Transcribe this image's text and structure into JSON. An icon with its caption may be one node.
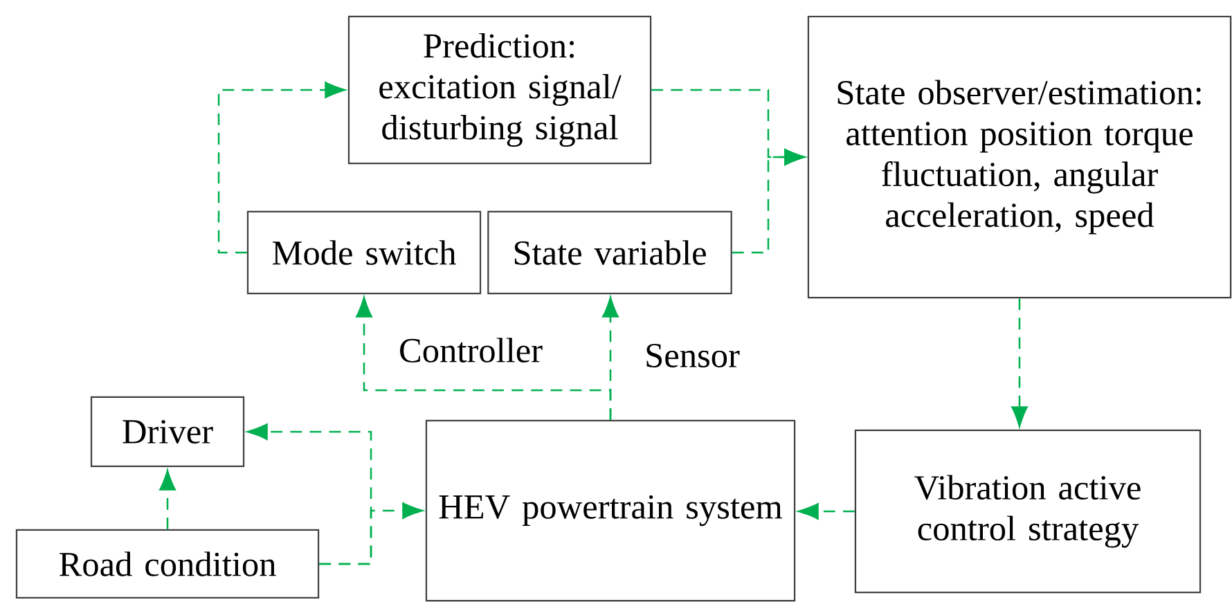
{
  "diagram": {
    "nodes": [
      {
        "text": [
          "Prediction: excitation signal/ disturbing signal"
        ]
      },
      {
        "text": [
          "State observer/estimation: attention position torque fluctuation, angular acceleration, speed"
        ]
      },
      {
        "text": [
          "Mode switch"
        ]
      },
      {
        "text": [
          "State variable"
        ]
      },
      {
        "text": [
          "Driver"
        ]
      },
      {
        "text": [
          "HEV powertrain system"
        ]
      },
      {
        "text": [
          "Vibration active control strategy"
        ]
      },
      {
        "text": [
          "Road condition"
        ]
      }
    ],
    "edges": [
      {
        "from": 2,
        "to": 0,
        "arrow": "to",
        "style": "dashed",
        "color": "#00b050"
      },
      {
        "from": 0,
        "to": 1,
        "arrow": "to",
        "style": "dashed",
        "color": "#00b050"
      },
      {
        "from": 3,
        "to": 1,
        "arrow": "to",
        "style": "dashed",
        "color": "#00b050"
      },
      {
        "from": 1,
        "to": 6,
        "arrow": "to",
        "style": "dashed",
        "color": "#00b050"
      },
      {
        "from": 6,
        "to": 5,
        "arrow": "to",
        "style": "dashed",
        "color": "#00b050"
      },
      {
        "from": 5,
        "to": 2,
        "arrow": "to",
        "label": "Controller",
        "style": "dashed",
        "color": "#00b050"
      },
      {
        "from": 5,
        "to": 3,
        "arrow": "to",
        "label": "Sensor",
        "style": "dashed",
        "color": "#00b050"
      },
      {
        "from": 7,
        "to": 4,
        "arrow": "to",
        "style": "dashed",
        "color": "#00b050"
      },
      {
        "from": 7,
        "to": 5,
        "arrow": "to",
        "style": "dashed",
        "color": "#00b050"
      },
      {
        "from": 7,
        "to": 4,
        "arrow": "to",
        "style": "dashed",
        "color": "#00b050"
      }
    ]
  }
}
